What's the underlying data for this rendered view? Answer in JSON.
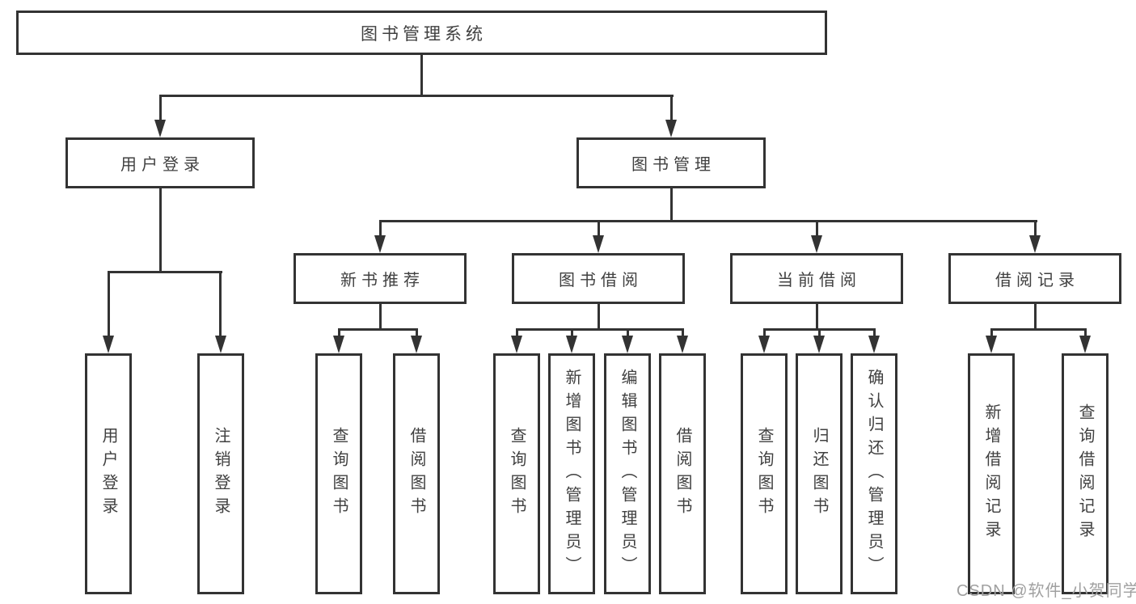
{
  "tree": {
    "root": {
      "label": "图书管理系统"
    },
    "branches": [
      {
        "label": "用户登录",
        "children": [
          {
            "label": "用户登录"
          },
          {
            "label": "注销登录"
          }
        ]
      },
      {
        "label": "图书管理",
        "children": [
          {
            "label": "新书推荐",
            "children": [
              {
                "label": "查询图书"
              },
              {
                "label": "借阅图书"
              }
            ]
          },
          {
            "label": "图书借阅",
            "children": [
              {
                "label": "查询图书"
              },
              {
                "label": "新增图书（管理员）"
              },
              {
                "label": "编辑图书（管理员）"
              },
              {
                "label": "借阅图书"
              }
            ]
          },
          {
            "label": "当前借阅",
            "children": [
              {
                "label": "查询图书"
              },
              {
                "label": "归还图书"
              },
              {
                "label": "确认归还（管理员）"
              }
            ]
          },
          {
            "label": "借阅记录",
            "children": [
              {
                "label": "新增借阅记录"
              },
              {
                "label": "查询借阅记录"
              }
            ]
          }
        ]
      }
    ]
  },
  "watermark": {
    "text": "CSDN @软件_小贺同学"
  },
  "colors": {
    "line": "#333333",
    "text": "#404040",
    "background": "#ffffff",
    "watermark": "#a0a0a0"
  }
}
